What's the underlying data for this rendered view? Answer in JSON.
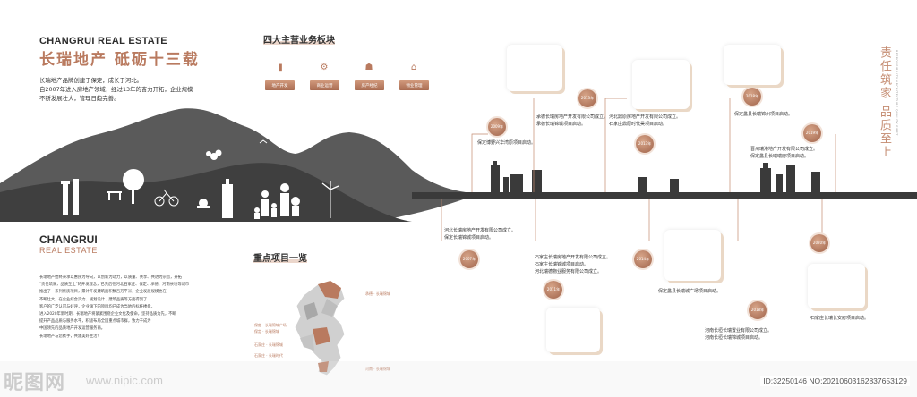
{
  "brand": {
    "english": "CHANGRUI REAL ESTATE",
    "slogan": "长瑞地产  砥砺十三载",
    "intro_lines": [
      "长瑞地产品牌创建于保定，成长于河北。",
      "自2007年进入房地产领域，经过13年的奋力开拓，企业规模",
      "不断发展壮大，管理日趋完善。"
    ]
  },
  "business": {
    "title": "四大主营业务板块",
    "items": [
      {
        "icon": "building-icon",
        "glyph": "▮",
        "label": "地产开发"
      },
      {
        "icon": "coins-icon",
        "glyph": "⚙",
        "label": "商业运营"
      },
      {
        "icon": "people-icon",
        "glyph": "☗",
        "label": "房产经纪"
      },
      {
        "icon": "service-icon",
        "glyph": "⌂",
        "label": "物业管理"
      }
    ]
  },
  "about": {
    "english_line1": "CHANGRUI",
    "english_line2": "REAL ESTATE",
    "body": [
      "长瑞地产始终秉承以惠民为导向，以创新为动力，以质量、共享、共进为宗旨，开拓",
      "\"责任筑家，品质至上\"的开发理念，已先后在河北石家庄、保定、承德、河南长垣等城市",
      "推出了一系列优质项目，累计开发建筑面积数百万平米，企业发展规模也在",
      "不断壮大，在企业综合实力、规划设计、建筑品质等方面得到了",
      "客户的广泛认可与好评，企业旗下的项目均已成为当地的标杆楼盘。",
      "进入2020年新时期，长瑞地产将紧紧围绕企业文化及使命，坚持品质为先，不断",
      "提升产品品质与服务水平，积极布局全国重点城市群，致力于成为",
      "中国领先的品质地产开发运营服务商。",
      "长瑞地产与您携手，共建美好生活！"
    ]
  },
  "projects": {
    "title": "重点项目一览",
    "legend": [
      "承德 · 长瑞锦城",
      "保定 · 长瑞锦城广场",
      "保定 · 长瑞锦城",
      "石家庄 · 长瑞锦城",
      "石家庄 · 长瑞时代",
      "河南 · 长瑞锦城"
    ]
  },
  "timeline": {
    "top": [
      {
        "year": "2009年",
        "events": [
          "保定博野兴华湾原项目启动。"
        ]
      },
      {
        "year": "2013年",
        "events": [
          "承德长瑞房地产开发有限公司成立。",
          "承德长瑞锦城项目启动。"
        ]
      },
      {
        "year": "2013年",
        "events": [
          "河北鼎原房地产开发有限公司成立。",
          "石家庄鼎原时代昊项目启动。"
        ]
      },
      {
        "year": "2018年",
        "events": [
          "保定蠡县长瑞锦州项目启动。"
        ]
      },
      {
        "year": "2019年",
        "events": [
          "晋州瑞港地产开发有限公司成立。",
          "保定蠡县长瑞瑞府项目启动。"
        ]
      }
    ],
    "bottom": [
      {
        "year": "2007年",
        "events": [
          "河北长瑞房地产开发有限公司成立。",
          "保定长瑞锦城项目启动。"
        ]
      },
      {
        "year": "2011年",
        "events": [
          "石家庄长瑞房地产开发有限公司成立。",
          "石家庄长瑞锦城项目启动。",
          "河北瑞德物业服务有限公司成立。"
        ]
      },
      {
        "year": "2014年",
        "events": [
          "保定蠡县长瑞城广场项目启动。"
        ]
      },
      {
        "year": "2018年",
        "events": [
          "河南长垣长瑞置业有限公司成立。",
          "河南长垣长瑞锦城项目启动。"
        ]
      },
      {
        "year": "2020年",
        "events": [
          "石家庄长瑞长安府项目启动。"
        ]
      }
    ]
  },
  "motto": {
    "chinese": "责任筑家  品质至上",
    "english": "RESPONSIBILITY ARCHITECTURE QUALITY FIRST"
  },
  "watermark": {
    "site": "昵图网",
    "url": "www.nipic.com",
    "id": "ID:32250146 NO:20210603162837653129"
  },
  "colors": {
    "accent": "#b97a5f",
    "dark": "#3a3a3a",
    "mountain": "#4a4a4a"
  }
}
